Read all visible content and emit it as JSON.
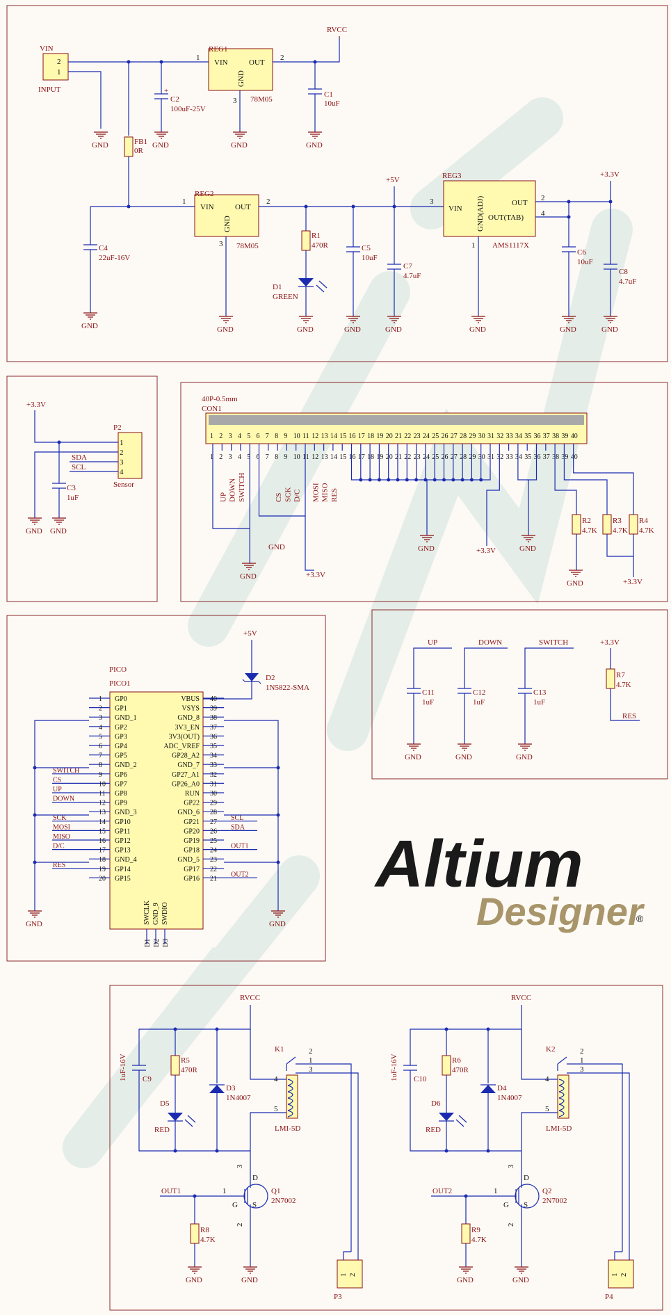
{
  "power": {
    "input": {
      "ref": "VIN",
      "label": "INPUT",
      "pins": [
        "2",
        "1"
      ]
    },
    "reg1": {
      "ref": "REG1",
      "value": "78M05",
      "vin": "VIN",
      "out": "OUT",
      "gnd": "GND",
      "p1": "1",
      "p2": "2",
      "p3": "3"
    },
    "reg2": {
      "ref": "REG2",
      "value": "78M05",
      "vin": "VIN",
      "out": "OUT",
      "gnd": "GND",
      "p1": "1",
      "p2": "2",
      "p3": "3"
    },
    "reg3": {
      "ref": "REG3",
      "value": "AMS1117X",
      "vin": "VIN",
      "out": "OUT",
      "outtab": "OUT(TAB)",
      "gnd": "GND(ADJ)",
      "p1": "1",
      "p2": "2",
      "p3": "3",
      "p4": "4"
    },
    "rvcc": "RVCC",
    "v5": "+5V",
    "v33": "+3.3V",
    "gnd": "GND",
    "c2": {
      "ref": "C2",
      "value": "100uF-25V",
      "plus": "+"
    },
    "c1": {
      "ref": "C1",
      "value": "10uF"
    },
    "fb1": {
      "ref": "FB1",
      "value": "0R"
    },
    "c4": {
      "ref": "C4",
      "value": "22uF-16V"
    },
    "r1": {
      "ref": "R1",
      "value": "470R"
    },
    "d1": {
      "ref": "D1",
      "value": "GREEN"
    },
    "c5": {
      "ref": "C5",
      "value": "10uF"
    },
    "c7": {
      "ref": "C7",
      "value": "4.7uF"
    },
    "c6": {
      "ref": "C6",
      "value": "10uF"
    },
    "c8": {
      "ref": "C8",
      "value": "4.7uF"
    }
  },
  "sensor": {
    "ref": "P2",
    "name": "Sensor",
    "pins": [
      "1",
      "2",
      "3",
      "4"
    ],
    "sda": "SDA",
    "scl": "SCL",
    "v33": "+3.3V",
    "c3": {
      "ref": "C3",
      "value": "1uF"
    },
    "gnd": "GND"
  },
  "connector": {
    "ref": "CON1",
    "value": "40P-0.5mm",
    "pins": [
      "1",
      "2",
      "3",
      "4",
      "5",
      "6",
      "7",
      "8",
      "9",
      "10",
      "11",
      "12",
      "13",
      "14",
      "15",
      "16",
      "17",
      "18",
      "19",
      "20",
      "21",
      "22",
      "23",
      "24",
      "25",
      "26",
      "27",
      "28",
      "29",
      "30",
      "31",
      "32",
      "33",
      "34",
      "35",
      "36",
      "37",
      "38",
      "39",
      "40"
    ],
    "signals": [
      "UP",
      "DOWN",
      "SWITCH",
      "CS",
      "SCK",
      "D/C",
      "MOSI",
      "MISO",
      "RES"
    ],
    "r2": {
      "ref": "R2",
      "value": "4.7K"
    },
    "r3": {
      "ref": "R3",
      "value": "4.7K"
    },
    "r4": {
      "ref": "R4",
      "value": "4.7K"
    },
    "v33": "+3.3V",
    "gnd": "GND"
  },
  "pico": {
    "ref": "PICO",
    "ref2": "PICO1",
    "left": [
      {
        "n": "1",
        "name": "GP0",
        "net": ""
      },
      {
        "n": "2",
        "name": "GP1",
        "net": ""
      },
      {
        "n": "3",
        "name": "GND_1",
        "net": ""
      },
      {
        "n": "4",
        "name": "GP2",
        "net": ""
      },
      {
        "n": "5",
        "name": "GP3",
        "net": ""
      },
      {
        "n": "6",
        "name": "GP4",
        "net": ""
      },
      {
        "n": "7",
        "name": "GP5",
        "net": ""
      },
      {
        "n": "8",
        "name": "GND_2",
        "net": ""
      },
      {
        "n": "9",
        "name": "GP6",
        "net": "SWITCH"
      },
      {
        "n": "10",
        "name": "GP7",
        "net": "CS"
      },
      {
        "n": "11",
        "name": "GP8",
        "net": "UP"
      },
      {
        "n": "12",
        "name": "GP9",
        "net": "DOWN"
      },
      {
        "n": "13",
        "name": "GND_3",
        "net": ""
      },
      {
        "n": "14",
        "name": "GP10",
        "net": "SCK"
      },
      {
        "n": "15",
        "name": "GP11",
        "net": "MOSI"
      },
      {
        "n": "16",
        "name": "GP12",
        "net": "MISO"
      },
      {
        "n": "17",
        "name": "GP13",
        "net": "D/C"
      },
      {
        "n": "18",
        "name": "GND_4",
        "net": ""
      },
      {
        "n": "19",
        "name": "GP14",
        "net": "RES"
      },
      {
        "n": "20",
        "name": "GP15",
        "net": ""
      }
    ],
    "right": [
      {
        "n": "40",
        "name": "VBUS",
        "net": ""
      },
      {
        "n": "39",
        "name": "VSYS",
        "net": ""
      },
      {
        "n": "38",
        "name": "GND_8",
        "net": ""
      },
      {
        "n": "37",
        "name": "3V3_EN",
        "net": ""
      },
      {
        "n": "36",
        "name": "3V3(OUT)",
        "net": ""
      },
      {
        "n": "35",
        "name": "ADC_VREF",
        "net": ""
      },
      {
        "n": "34",
        "name": "GP28_A2",
        "net": ""
      },
      {
        "n": "33",
        "name": "GND_7",
        "net": ""
      },
      {
        "n": "32",
        "name": "GP27_A1",
        "net": ""
      },
      {
        "n": "31",
        "name": "GP26_A0",
        "net": ""
      },
      {
        "n": "30",
        "name": "RUN",
        "net": ""
      },
      {
        "n": "29",
        "name": "GP22",
        "net": ""
      },
      {
        "n": "28",
        "name": "GND_6",
        "net": ""
      },
      {
        "n": "27",
        "name": "GP21",
        "net": "SCL"
      },
      {
        "n": "26",
        "name": "GP20",
        "net": "SDA"
      },
      {
        "n": "25",
        "name": "GP19",
        "net": ""
      },
      {
        "n": "24",
        "name": "GP18",
        "net": "OUT1"
      },
      {
        "n": "23",
        "name": "GND_5",
        "net": ""
      },
      {
        "n": "22",
        "name": "GP17",
        "net": ""
      },
      {
        "n": "21",
        "name": "GP16",
        "net": "OUT2"
      }
    ],
    "bottom": [
      "SWCLK",
      "GND_9",
      "SWDIO"
    ],
    "bottompins": [
      "D1",
      "D2",
      "D3"
    ],
    "d2": {
      "ref": "D2",
      "value": "1N5822-SMA"
    },
    "v5": "+5V",
    "gnd": "GND"
  },
  "buttons": {
    "up": "UP",
    "down": "DOWN",
    "switch": "SWITCH",
    "c11": {
      "ref": "C11",
      "value": "1uF"
    },
    "c12": {
      "ref": "C12",
      "value": "1uF"
    },
    "c13": {
      "ref": "C13",
      "value": "1uF"
    },
    "r7": {
      "ref": "R7",
      "value": "4.7K"
    },
    "v33": "+3.3V",
    "res": "RES",
    "gnd": "GND"
  },
  "logo": {
    "line1": "Altium",
    "line2": "Designer",
    "mark": "®"
  },
  "relay1": {
    "rvcc": "RVCC",
    "c": {
      "ref": "C9",
      "value": "1uF-16V"
    },
    "r": {
      "ref": "R5",
      "value": "470R"
    },
    "led": {
      "ref": "D5",
      "value": "RED"
    },
    "diode": {
      "ref": "D3",
      "value": "1N4007"
    },
    "relay": {
      "ref": "K1",
      "value": "LMI-5D",
      "p2": "2",
      "p1": "1",
      "p3": "3",
      "p4": "4",
      "p5": "5"
    },
    "fet": {
      "ref": "Q1",
      "value": "2N7002",
      "d": "D",
      "g": "G",
      "s": "S",
      "p1": "1",
      "p2": "2",
      "p3": "3"
    },
    "in": "OUT1",
    "rb": {
      "ref": "R8",
      "value": "4.7K"
    },
    "conn": {
      "ref": "P3",
      "p1": "1",
      "p2": "2"
    },
    "gnd": "GND"
  },
  "relay2": {
    "rvcc": "RVCC",
    "c": {
      "ref": "C10",
      "value": "1uF-16V"
    },
    "r": {
      "ref": "R6",
      "value": "470R"
    },
    "led": {
      "ref": "D6",
      "value": "RED"
    },
    "diode": {
      "ref": "D4",
      "value": "1N4007"
    },
    "relay": {
      "ref": "K2",
      "value": "LMI-5D",
      "p2": "2",
      "p1": "1",
      "p3": "3",
      "p4": "4",
      "p5": "5"
    },
    "fet": {
      "ref": "Q2",
      "value": "2N7002",
      "d": "D",
      "g": "G",
      "s": "S",
      "p1": "1",
      "p2": "2",
      "p3": "3"
    },
    "in": "OUT2",
    "rb": {
      "ref": "R9",
      "value": "4.7K"
    },
    "conn": {
      "ref": "P4",
      "p1": "1",
      "p2": "2"
    },
    "gnd": "GND"
  },
  "colors": {
    "wire": "#1b2bb0",
    "part_fill": "#fffab0",
    "part_stroke": "#8a1010",
    "logo_dark": "#1a1a1a",
    "logo_gold": "#a8956a"
  }
}
